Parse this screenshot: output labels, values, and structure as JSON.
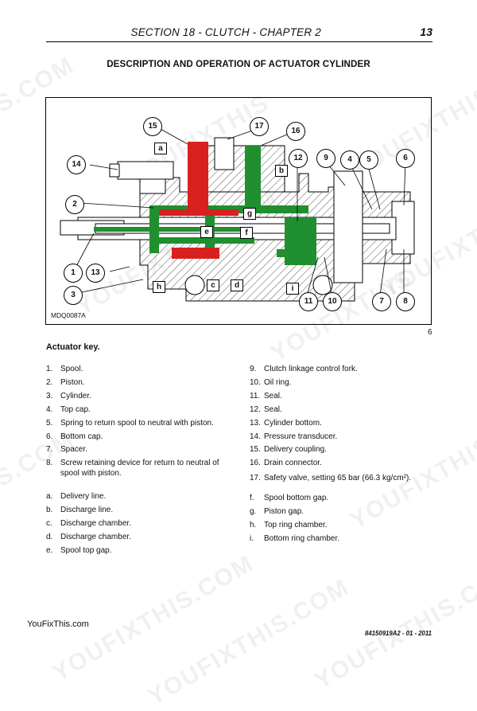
{
  "header": {
    "section": "SECTION 18 - CLUTCH - CHAPTER 2",
    "page_number": "13"
  },
  "title": "DESCRIPTION AND OPERATION OF ACTUATOR CYLINDER",
  "figure": {
    "code": "MDQ0087A",
    "figure_number": "6",
    "number_callouts": [
      "1",
      "2",
      "3",
      "4",
      "5",
      "6",
      "7",
      "8",
      "9",
      "10",
      "11",
      "12",
      "13",
      "14",
      "15",
      "16",
      "17"
    ],
    "letter_callouts": [
      "a",
      "b",
      "c",
      "d",
      "e",
      "f",
      "g",
      "h",
      "i"
    ],
    "colors": {
      "red": "#d8201f",
      "green": "#1f8f2f",
      "hatch": "#444444"
    }
  },
  "key_heading": "Actuator key.",
  "key_left": [
    {
      "marker": "1.",
      "text": "Spool."
    },
    {
      "marker": "2.",
      "text": "Piston."
    },
    {
      "marker": "3.",
      "text": "Cylinder."
    },
    {
      "marker": "4.",
      "text": "Top cap."
    },
    {
      "marker": "5.",
      "text": "Spring to return spool to neutral with piston."
    },
    {
      "marker": "6.",
      "text": "Bottom cap."
    },
    {
      "marker": "7.",
      "text": "Spacer."
    },
    {
      "marker": "8.",
      "text": "Screw retaining device for return to neutral of spool with piston."
    },
    {
      "marker": "a.",
      "text": "Delivery line."
    },
    {
      "marker": "b.",
      "text": "Discharge line."
    },
    {
      "marker": "c.",
      "text": "Discharge chamber."
    },
    {
      "marker": "d.",
      "text": "Discharge chamber."
    },
    {
      "marker": "e.",
      "text": "Spool top gap."
    }
  ],
  "key_right": [
    {
      "marker": "9.",
      "text": "Clutch linkage control fork."
    },
    {
      "marker": "10.",
      "text": "Oil ring."
    },
    {
      "marker": "11.",
      "text": "Seal."
    },
    {
      "marker": "12.",
      "text": "Seal."
    },
    {
      "marker": "13.",
      "text": "Cylinder bottom."
    },
    {
      "marker": "14.",
      "text": "Pressure transducer."
    },
    {
      "marker": "15.",
      "text": "Delivery coupling."
    },
    {
      "marker": "16.",
      "text": "Drain connector."
    },
    {
      "marker": "17.",
      "text": "Safety valve, setting 65 bar (66.3 kg/cm²)."
    },
    {
      "marker": "f.",
      "text": "Spool bottom gap."
    },
    {
      "marker": "g.",
      "text": "Piston gap."
    },
    {
      "marker": "h.",
      "text": "Top ring chamber."
    },
    {
      "marker": "i.",
      "text": "Bottom ring chamber."
    }
  ],
  "footer": {
    "site": "YouFixThis.com",
    "doc": "84150919A2 - 01 - 2011"
  },
  "watermarks": [
    "S.COM",
    "YOUFIXTHIS",
    "YOUFIXTHIS",
    "YOUFIXTHIS.COM",
    "YOUFIXTHIS",
    "YOUFIXTHIS",
    "S.COM",
    "YOUFIXTHIS",
    "YOUFIXTHIS.COM",
    "YOUFIXTHIS.COM",
    "YOUFIXTHIS.COM"
  ]
}
